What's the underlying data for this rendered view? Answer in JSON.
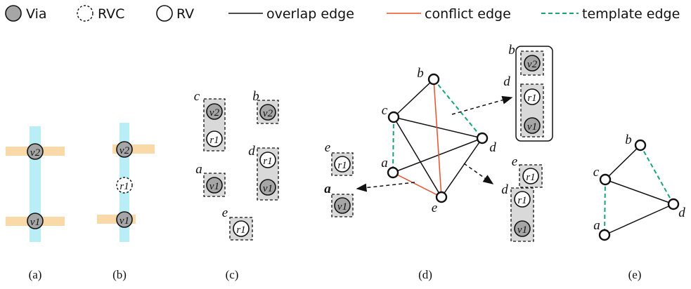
{
  "legend": {
    "via": "Via",
    "rvc": "RVC",
    "rv": "RV",
    "overlap": "overlap edge",
    "conflict": "conflict edge",
    "template": "template edge"
  },
  "colors": {
    "via_fill": "#a6a6a6",
    "box_fill": "#d9d9d9",
    "conflict_edge": "#e8502a",
    "template_edge": "#1aa37a",
    "metal_horizontal": "#f9d9a8",
    "metal_vertical": "#b9eef7"
  },
  "symbols": {
    "v1": "v1",
    "v2": "v2",
    "r1": "r1"
  },
  "labels": {
    "a": "a",
    "b": "b",
    "c": "c",
    "d": "d",
    "e": "e"
  },
  "captions": [
    "(a)",
    "(b)",
    "(c)",
    "(d)",
    "(e)"
  ]
}
